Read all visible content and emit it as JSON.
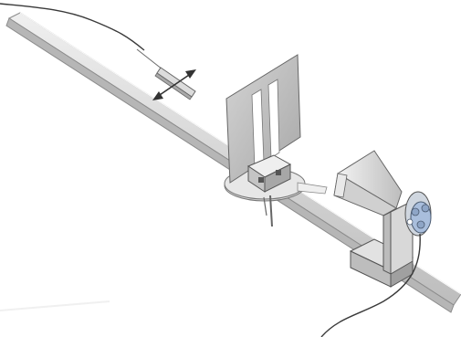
{
  "figure": {
    "description_items": [
      "optical-rail",
      "probe-with-cable",
      "double-slit-plate-on-rotating-mount",
      "horn-antenna",
      "receiver-on-bracket",
      "movement-arrows"
    ],
    "colors": {
      "metal_light": "#e6e6e6",
      "metal_mid": "#c9c9c9",
      "metal_dark": "#9a9a9a",
      "outline": "#555555",
      "disc": "#d9d9d9",
      "receiver_blue": "#a9bedc",
      "cable": "#3a3a3a"
    }
  }
}
